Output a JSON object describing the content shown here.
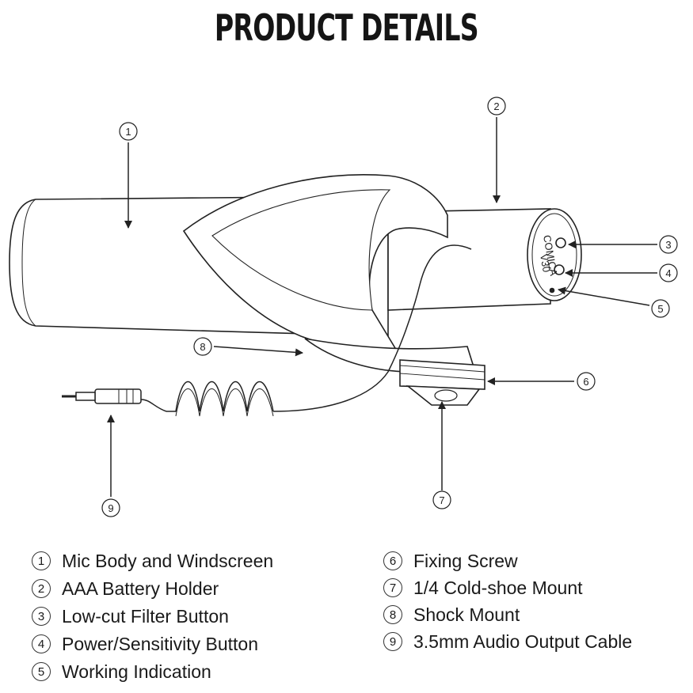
{
  "title": "PRODUCT DETAILS",
  "callouts": [
    "1",
    "2",
    "3",
    "4",
    "5",
    "6",
    "7",
    "8",
    "9"
  ],
  "brand_label": "COMICA",
  "model_label": "V30",
  "legend_left": [
    {
      "num": "1",
      "text": "Mic Body and Windscreen"
    },
    {
      "num": "2",
      "text": "AAA Battery Holder"
    },
    {
      "num": "3",
      "text": "Low-cut Filter Button"
    },
    {
      "num": "4",
      "text": "Power/Sensitivity Button"
    },
    {
      "num": "5",
      "text": "Working Indication"
    }
  ],
  "legend_right": [
    {
      "num": "6",
      "text": "Fixing Screw"
    },
    {
      "num": "7",
      "text": "1/4 Cold-shoe Mount"
    },
    {
      "num": "8",
      "text": "Shock Mount"
    },
    {
      "num": "9",
      "text": "3.5mm Audio Output Cable"
    }
  ],
  "colors": {
    "line": "#222222",
    "background": "#ffffff"
  }
}
